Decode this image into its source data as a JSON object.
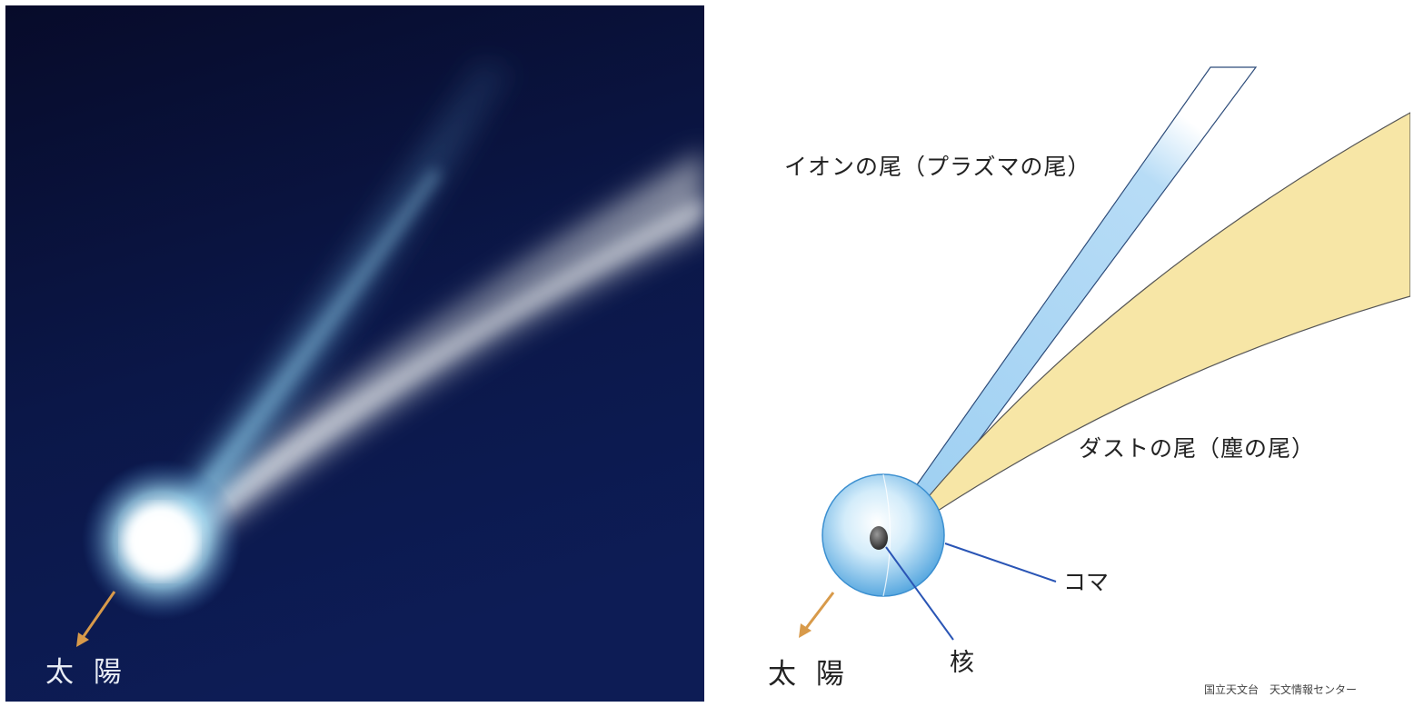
{
  "left_panel": {
    "sun_label": "太 陽",
    "colors": {
      "sky": "#0b1540",
      "ion_tail": "#5b8fc4",
      "dust_tail": "#c9ccd1",
      "head": "#f2fbff",
      "sun_arrow": "#d89a4a"
    }
  },
  "right_panel": {
    "ion_tail_label": "イオンの尾（プラズマの尾）",
    "dust_tail_label": "ダストの尾（塵の尾）",
    "coma_label": "コマ",
    "nucleus_label": "核",
    "sun_label": "太 陽",
    "credit": "国立天文台　天文情報センター",
    "colors": {
      "ion_tail": "#a9d4f3",
      "dust_tail": "#f7e6a6",
      "coma": "#8fc8ef",
      "nucleus": "#555555",
      "leader_line": "#2a55b5",
      "sun_arrow": "#d89a4a"
    }
  }
}
